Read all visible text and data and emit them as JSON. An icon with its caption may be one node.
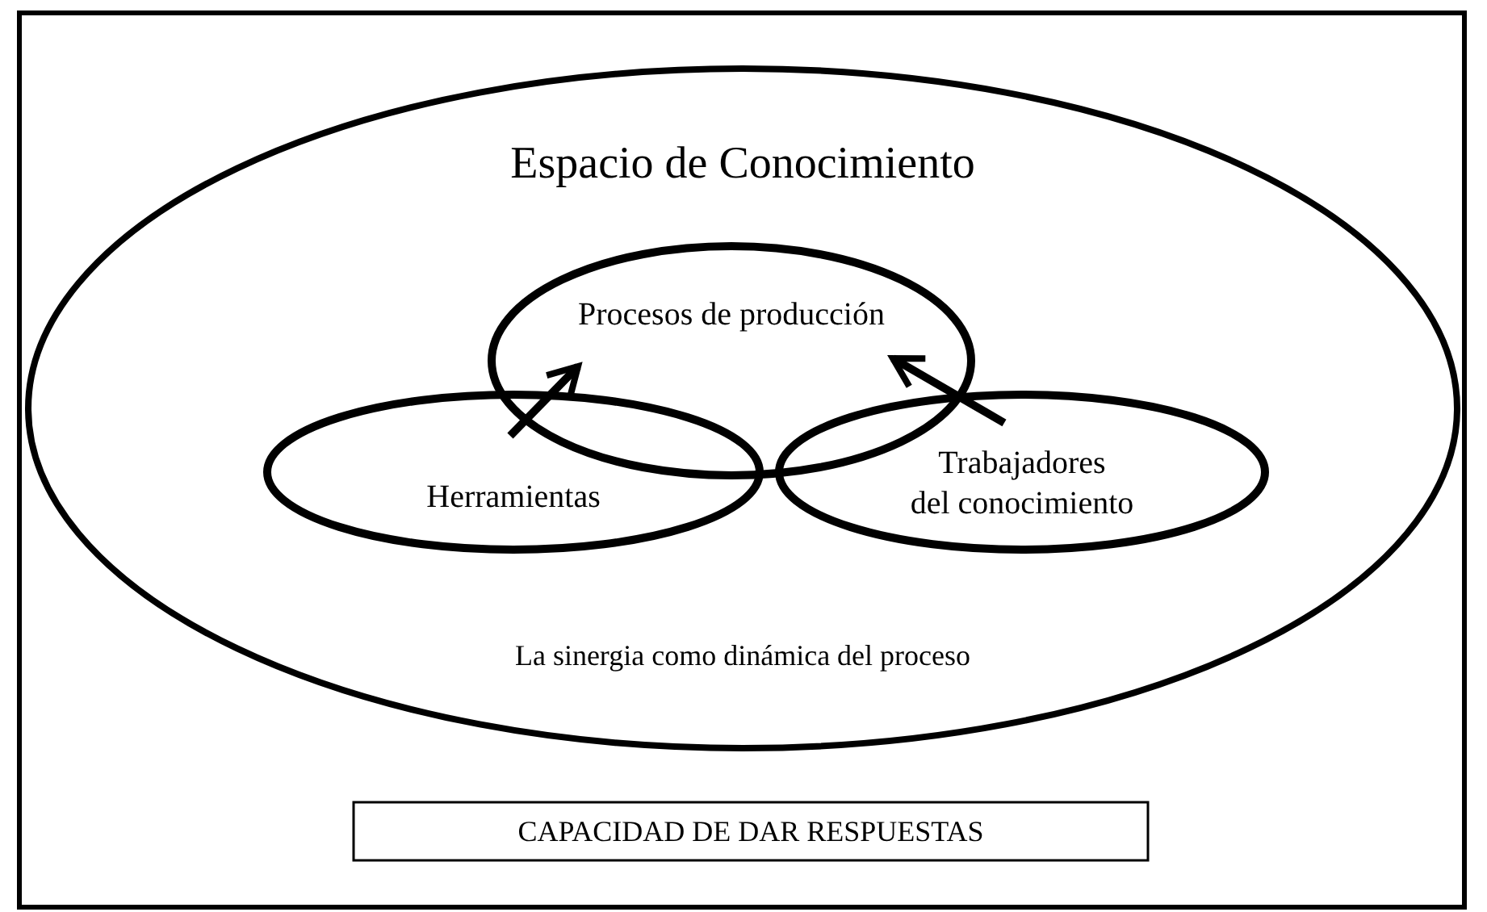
{
  "diagram": {
    "nodes": [
      {
        "text": [
          "Espacio de Conocimiento",
          "La sinergia como dinámica del proceso"
        ]
      },
      {
        "text": [
          "Procesos de producción"
        ],
        "in": 0
      },
      {
        "text": [
          "Herramientas"
        ],
        "in": 0
      },
      {
        "text": [
          "Trabajadores del conocimiento"
        ],
        "in": 0
      },
      {
        "text": [
          "CAPACIDAD DE DAR RESPUESTAS"
        ]
      }
    ],
    "edges": [
      {
        "from": 2,
        "to": 1,
        "arrow": "to"
      },
      {
        "from": 3,
        "to": 1,
        "arrow": "to"
      }
    ]
  }
}
